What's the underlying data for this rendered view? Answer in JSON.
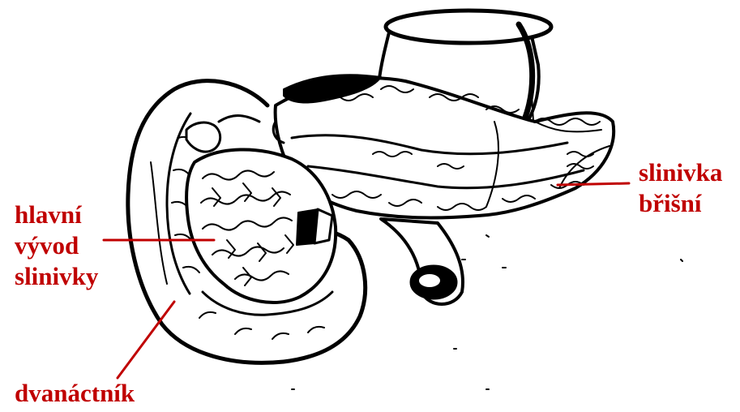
{
  "labels": {
    "slinivka": [
      "slinivka",
      "břišní"
    ],
    "vyvod": [
      "hlavní",
      "vývod",
      "slinivky"
    ],
    "dvanactnik": [
      "dvanáctník"
    ]
  },
  "colors": {
    "label": "#c00000",
    "pointer_line": "#c00000",
    "ink": "#000000",
    "background": "#ffffff"
  }
}
